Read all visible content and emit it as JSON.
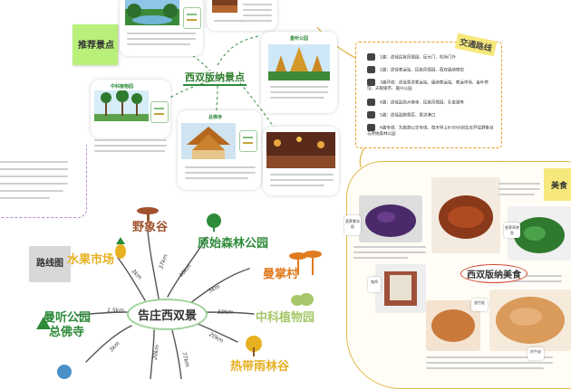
{
  "sights": {
    "title": "西双版纳景点",
    "recommended": "推荐景点",
    "manting_park": "曼听公园",
    "tropical_plant": "中科植物园",
    "wat": "总佛寺"
  },
  "routes": {
    "title": "交通路线",
    "items": [
      "1路：途径民族风情园、巨大门、机场门外",
      "2路：途径客运站、民族风情园、西双版纳物馆",
      "3路环线：途径景洪客运站、版纳客运站、客运市场、金叶宾馆、天银银市、嘉兴公园",
      "4路：途径勐泐大佛寺、民族风情园、孔雀湖等",
      "5路：途径勐腊景区、景洪港口",
      "6路专线：为旅游公交专线，每天早上8:00分别告庄开往野象谷与原始森林公园"
    ]
  },
  "hub": {
    "center": "告庄西双景",
    "route_map": "路线图",
    "spokes": {
      "yexianggu": "野象谷",
      "forest_park": "原始森林公园",
      "fruit_market": "水果市场",
      "manzhang": "曼掌村",
      "zhongke": "中科植物园",
      "manting": "曼听公园",
      "zongfo": "总佛寺",
      "rainforest": "热带雨林谷"
    },
    "distances": {
      "d1": "37km",
      "d2": "46km",
      "d3": "3km",
      "d4": "5km",
      "d5": "50km",
      "d6": "20km",
      "d7": "1.5km",
      "d8": "3km",
      "d9": "20km",
      "d10": "77km"
    }
  },
  "food": {
    "title": "西双版纳美食",
    "side_label": "美食",
    "tags": [
      "菠萝紫米饭",
      "香茅草烤鱼",
      "鬼鸡",
      "香竹饭",
      "炸牛皮"
    ]
  },
  "colors": {
    "green": "#2e8b3a",
    "brown": "#a0522d",
    "orange": "#e07b20",
    "yellow_note": "#f6e87a",
    "sticky_green": "#b9f07a"
  }
}
